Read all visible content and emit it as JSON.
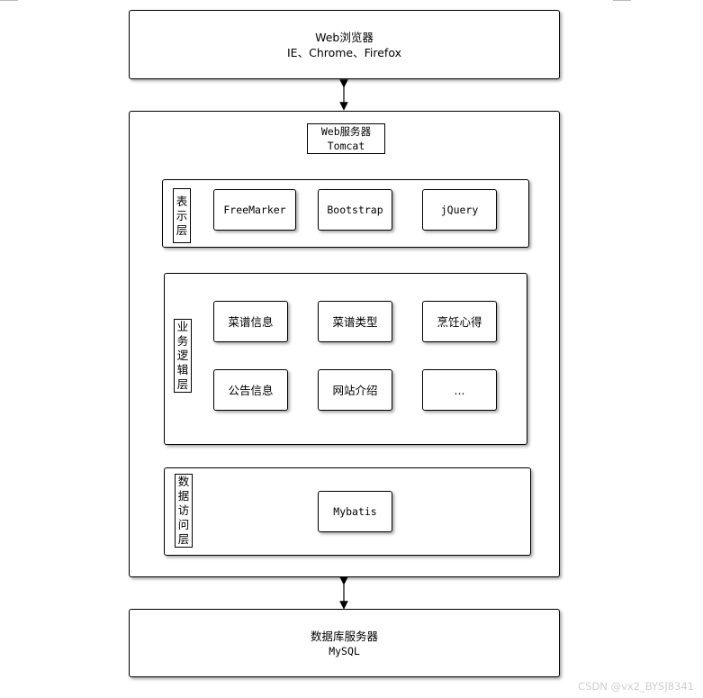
{
  "browser": {
    "title": "Web浏览器",
    "subtitle": "IE、Chrome、Firefox"
  },
  "server": {
    "title": "Web服务器",
    "subtitle": "Tomcat",
    "presentation_layer": {
      "label": [
        "表",
        "示",
        "层"
      ],
      "items": [
        "FreeMarker",
        "Bootstrap",
        "jQuery"
      ]
    },
    "business_layer": {
      "label": [
        "业",
        "务",
        "逻",
        "辑",
        "层"
      ],
      "items": [
        "菜谱信息",
        "菜谱类型",
        "烹饪心得",
        "公告信息",
        "网站介绍",
        "..."
      ]
    },
    "data_layer": {
      "label": [
        "数",
        "据",
        "访",
        "问",
        "层"
      ],
      "items": [
        "Mybatis"
      ]
    }
  },
  "database": {
    "title": "数据库服务器",
    "subtitle": "MySQL"
  },
  "watermark": "CSDN @vx2_BYSJ8341"
}
